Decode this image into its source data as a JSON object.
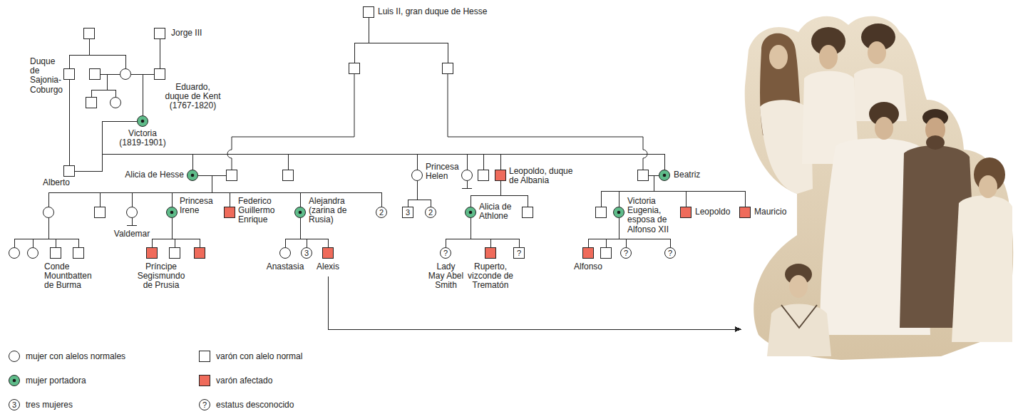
{
  "diagram": {
    "nodes": [
      {
        "text": [
          "Jorge III"
        ]
      },
      {
        "text": [
          "Luis II, gran duque de Hesse"
        ]
      },
      {
        "text": [
          "Duque de Sajonia-Coburgo"
        ]
      },
      {
        "text": [
          "Eduardo, duque de Kent (1767-1820)"
        ]
      },
      {
        "text": [
          "Victoria (1819-1901)"
        ]
      },
      {
        "text": [
          "Alberto"
        ]
      },
      {
        "text": [
          "Alicia de Hesse"
        ]
      },
      {
        "text": [
          "Princesa Helen"
        ]
      },
      {
        "text": [
          "Leopoldo, duque de Albania"
        ]
      },
      {
        "text": [
          "Beatriz"
        ]
      },
      {
        "text": [
          "Valdemar"
        ]
      },
      {
        "text": [
          "Princesa Irene"
        ]
      },
      {
        "text": [
          "Federico Guillermo Enrique"
        ]
      },
      {
        "text": [
          "Alejandra (zarina de Rusia)"
        ]
      },
      {
        "text": [
          "2"
        ]
      },
      {
        "text": [
          "3"
        ]
      },
      {
        "text": [
          "2"
        ]
      },
      {
        "text": [
          "Alicia de Athlone"
        ]
      },
      {
        "text": [
          "Victoria Eugenia, esposa de Alfonso XII"
        ]
      },
      {
        "text": [
          "Leopoldo"
        ]
      },
      {
        "text": [
          "Mauricio"
        ]
      },
      {
        "text": [
          "Conde Mountbatten de Burma"
        ]
      },
      {
        "text": [
          "Príncipe Segismundo de Prusia"
        ]
      },
      {
        "text": [
          "Anastasia"
        ]
      },
      {
        "text": [
          "3"
        ]
      },
      {
        "text": [
          "Alexis"
        ]
      },
      {
        "text": [
          "?",
          "Lady May Abel Smith"
        ]
      },
      {
        "text": [
          "Ruperto, vizconde de Trematón"
        ]
      },
      {
        "text": [
          "?"
        ]
      },
      {
        "text": [
          "Alfonso"
        ]
      },
      {
        "text": [
          "?"
        ]
      },
      {
        "text": [
          "?"
        ]
      }
    ],
    "edges": [
      {
        "from": 0,
        "to": 3,
        "arrow": "none"
      },
      {
        "from": 2,
        "to": 5,
        "arrow": "none"
      },
      {
        "from": 3,
        "to": 4,
        "arrow": "none"
      },
      {
        "from": 4,
        "to": 5,
        "arrow": "none"
      },
      {
        "from": 4,
        "to": 6,
        "arrow": "none"
      },
      {
        "from": 4,
        "to": 7,
        "arrow": "none"
      },
      {
        "from": 4,
        "to": 8,
        "arrow": "none"
      },
      {
        "from": 4,
        "to": 9,
        "arrow": "none"
      },
      {
        "from": 5,
        "to": 6,
        "arrow": "none"
      },
      {
        "from": 5,
        "to": 7,
        "arrow": "none"
      },
      {
        "from": 5,
        "to": 8,
        "arrow": "none"
      },
      {
        "from": 5,
        "to": 9,
        "arrow": "none"
      },
      {
        "from": 6,
        "to": 10,
        "arrow": "none"
      },
      {
        "from": 6,
        "to": 11,
        "arrow": "none"
      },
      {
        "from": 6,
        "to": 12,
        "arrow": "none"
      },
      {
        "from": 6,
        "to": 13,
        "arrow": "none"
      },
      {
        "from": 6,
        "to": 14,
        "arrow": "none"
      },
      {
        "from": 7,
        "to": 15,
        "arrow": "none"
      },
      {
        "from": 7,
        "to": 16,
        "arrow": "none"
      },
      {
        "from": 8,
        "to": 17,
        "arrow": "none"
      },
      {
        "from": 9,
        "to": 18,
        "arrow": "none"
      },
      {
        "from": 9,
        "to": 19,
        "arrow": "none"
      },
      {
        "from": 9,
        "to": 20,
        "arrow": "none"
      },
      {
        "from": 11,
        "to": 22,
        "arrow": "none"
      },
      {
        "from": 13,
        "to": 23,
        "arrow": "none"
      },
      {
        "from": 13,
        "to": 24,
        "arrow": "none"
      },
      {
        "from": 13,
        "to": 25,
        "arrow": "none"
      },
      {
        "from": 17,
        "to": 26,
        "arrow": "none"
      },
      {
        "from": 17,
        "to": 27,
        "arrow": "none"
      },
      {
        "from": 17,
        "to": 28,
        "arrow": "none"
      },
      {
        "from": 18,
        "to": 29,
        "arrow": "none"
      },
      {
        "from": 18,
        "to": 30,
        "arrow": "none"
      },
      {
        "from": 18,
        "to": 31,
        "arrow": "none"
      }
    ],
    "labels": [
      "3",
      "?"
    ],
    "legend": [
      {
        "text": "mujer con alelos normales"
      },
      {
        "text": "varón con alelo normal"
      },
      {
        "text": "mujer portadora"
      },
      {
        "text": "varón afectado",
        "color": "#ef6b5b"
      },
      {
        "text": "tres mujeres"
      },
      {
        "text": "estatus desconocido"
      }
    ]
  }
}
